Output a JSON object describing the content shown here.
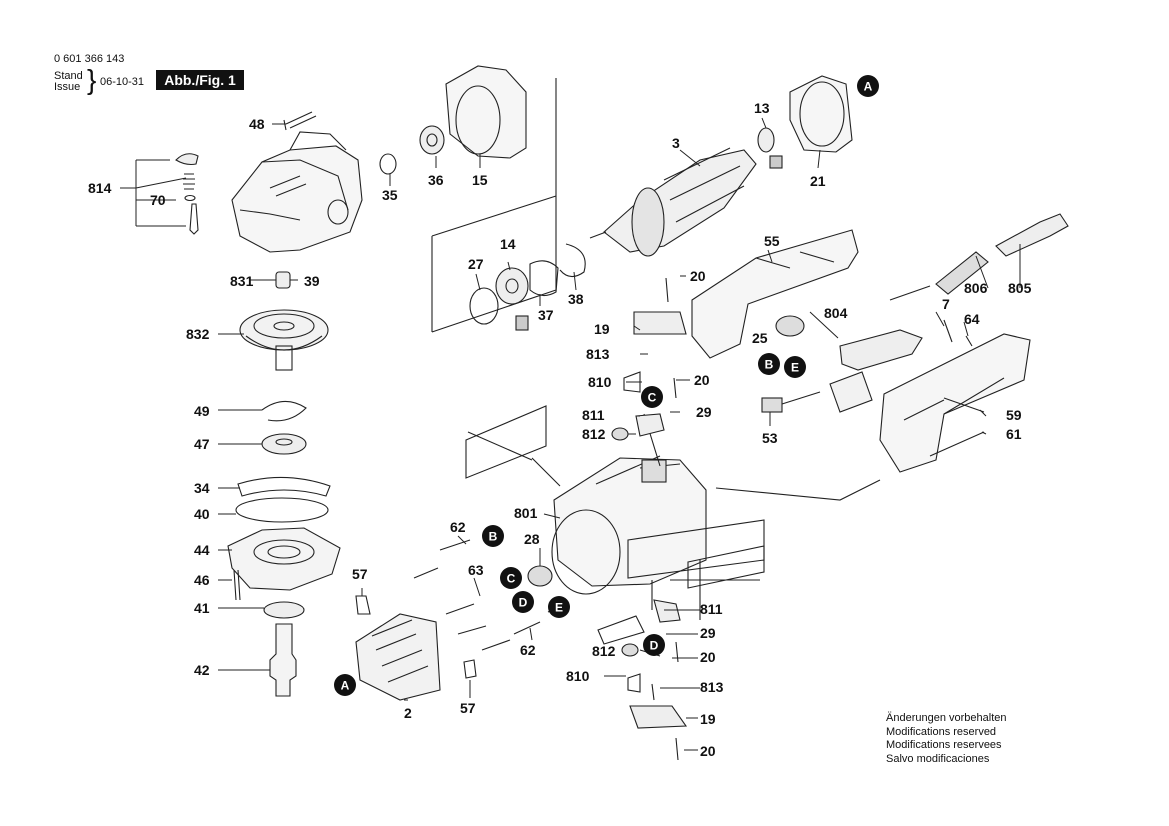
{
  "header": {
    "part_number": "0 601 366 143",
    "stand_label": "Stand",
    "issue_label": "Issue",
    "date": "06-10-31",
    "figure_label": "Abb./Fig. 1"
  },
  "callouts": {
    "A": "A",
    "B": "B",
    "C": "C",
    "D": "D",
    "E": "E"
  },
  "part_labels": {
    "p48": "48",
    "p814": "814",
    "p70": "70",
    "p831": "831",
    "p39": "39",
    "p832": "832",
    "p49": "49",
    "p47": "47",
    "p34": "34",
    "p40": "40",
    "p44": "44",
    "p46": "46",
    "p41": "41",
    "p42": "42",
    "p35": "35",
    "p36": "36",
    "p15": "15",
    "p27": "27",
    "p14": "14",
    "p37": "37",
    "p38": "38",
    "p3": "3",
    "p13": "13",
    "p21": "21",
    "p20": "20",
    "p19": "19",
    "p813": "813",
    "p810": "810",
    "p811": "811",
    "p812": "812",
    "p29": "29",
    "p55": "55",
    "p25": "25",
    "p804": "804",
    "p7": "7",
    "p64": "64",
    "p806": "806",
    "p805": "805",
    "p53": "53",
    "p59": "59",
    "p61": "61",
    "p801": "801",
    "p28": "28",
    "p62": "62",
    "p63": "63",
    "p57": "57",
    "p2": "2"
  },
  "notes": [
    "Änderungen vorbehalten",
    "Modifications reserved",
    "Modifications reservees",
    "Salvo modificaciones"
  ]
}
